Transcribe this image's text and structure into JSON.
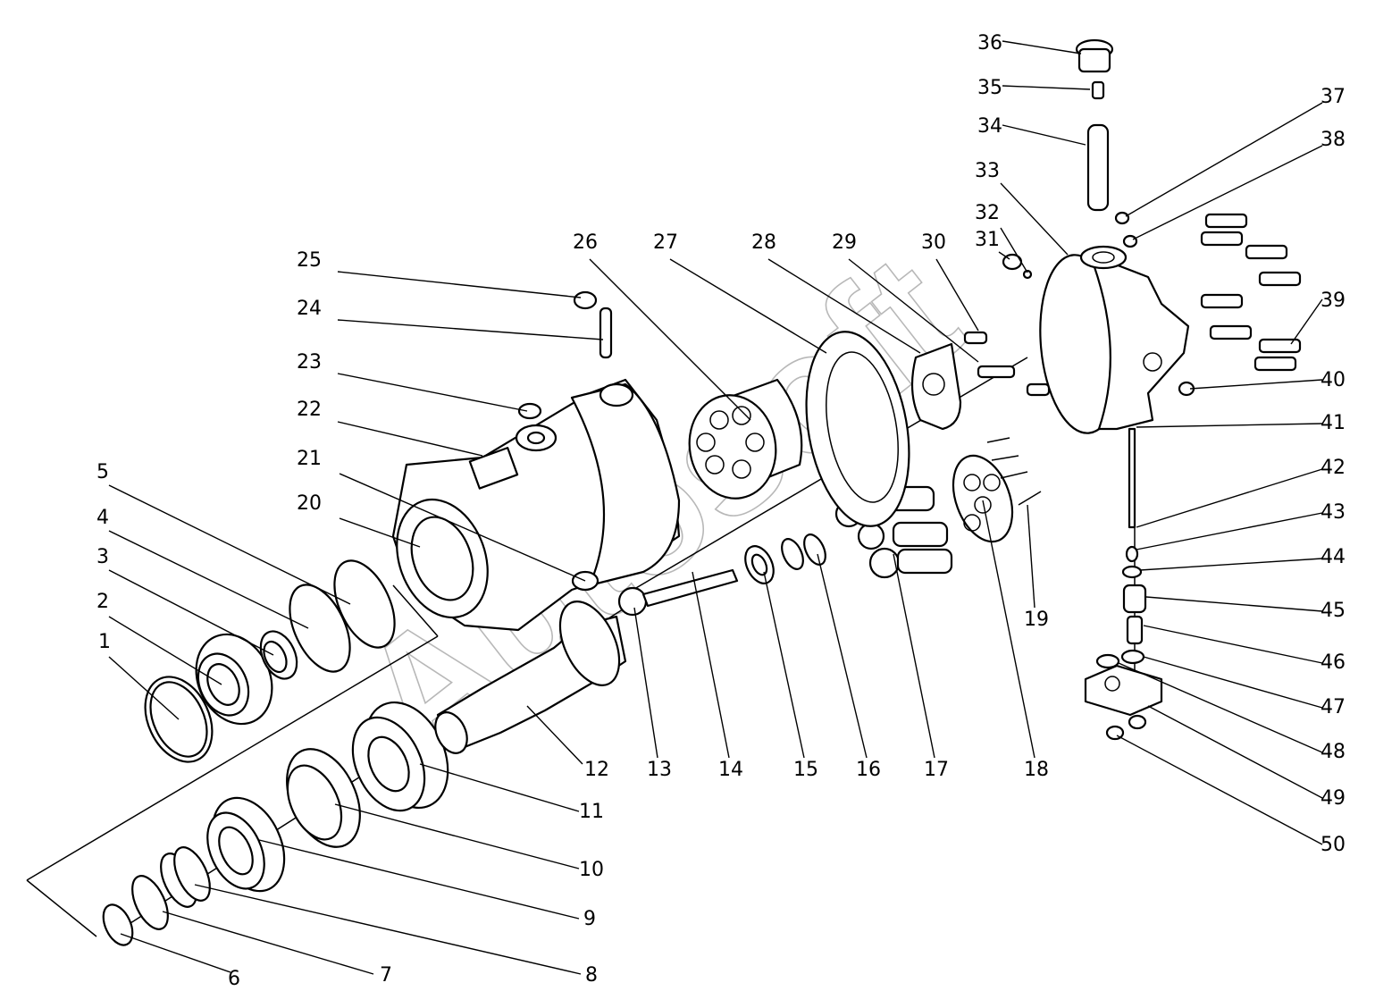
{
  "watermark": "Autosoft",
  "callouts": [
    {
      "n": "1"
    },
    {
      "n": "2"
    },
    {
      "n": "3"
    },
    {
      "n": "4"
    },
    {
      "n": "5"
    },
    {
      "n": "6"
    },
    {
      "n": "7"
    },
    {
      "n": "8"
    },
    {
      "n": "9"
    },
    {
      "n": "10"
    },
    {
      "n": "11"
    },
    {
      "n": "12"
    },
    {
      "n": "13"
    },
    {
      "n": "14"
    },
    {
      "n": "15"
    },
    {
      "n": "16"
    },
    {
      "n": "17"
    },
    {
      "n": "18"
    },
    {
      "n": "19"
    },
    {
      "n": "20"
    },
    {
      "n": "21"
    },
    {
      "n": "22"
    },
    {
      "n": "23"
    },
    {
      "n": "24"
    },
    {
      "n": "25"
    },
    {
      "n": "26"
    },
    {
      "n": "27"
    },
    {
      "n": "28"
    },
    {
      "n": "29"
    },
    {
      "n": "30"
    },
    {
      "n": "31"
    },
    {
      "n": "32"
    },
    {
      "n": "33"
    },
    {
      "n": "34"
    },
    {
      "n": "35"
    },
    {
      "n": "36"
    },
    {
      "n": "37"
    },
    {
      "n": "38"
    },
    {
      "n": "39"
    },
    {
      "n": "40"
    },
    {
      "n": "41"
    },
    {
      "n": "42"
    },
    {
      "n": "43"
    },
    {
      "n": "44"
    },
    {
      "n": "45"
    },
    {
      "n": "46"
    },
    {
      "n": "47"
    },
    {
      "n": "48"
    },
    {
      "n": "49"
    },
    {
      "n": "50"
    }
  ]
}
